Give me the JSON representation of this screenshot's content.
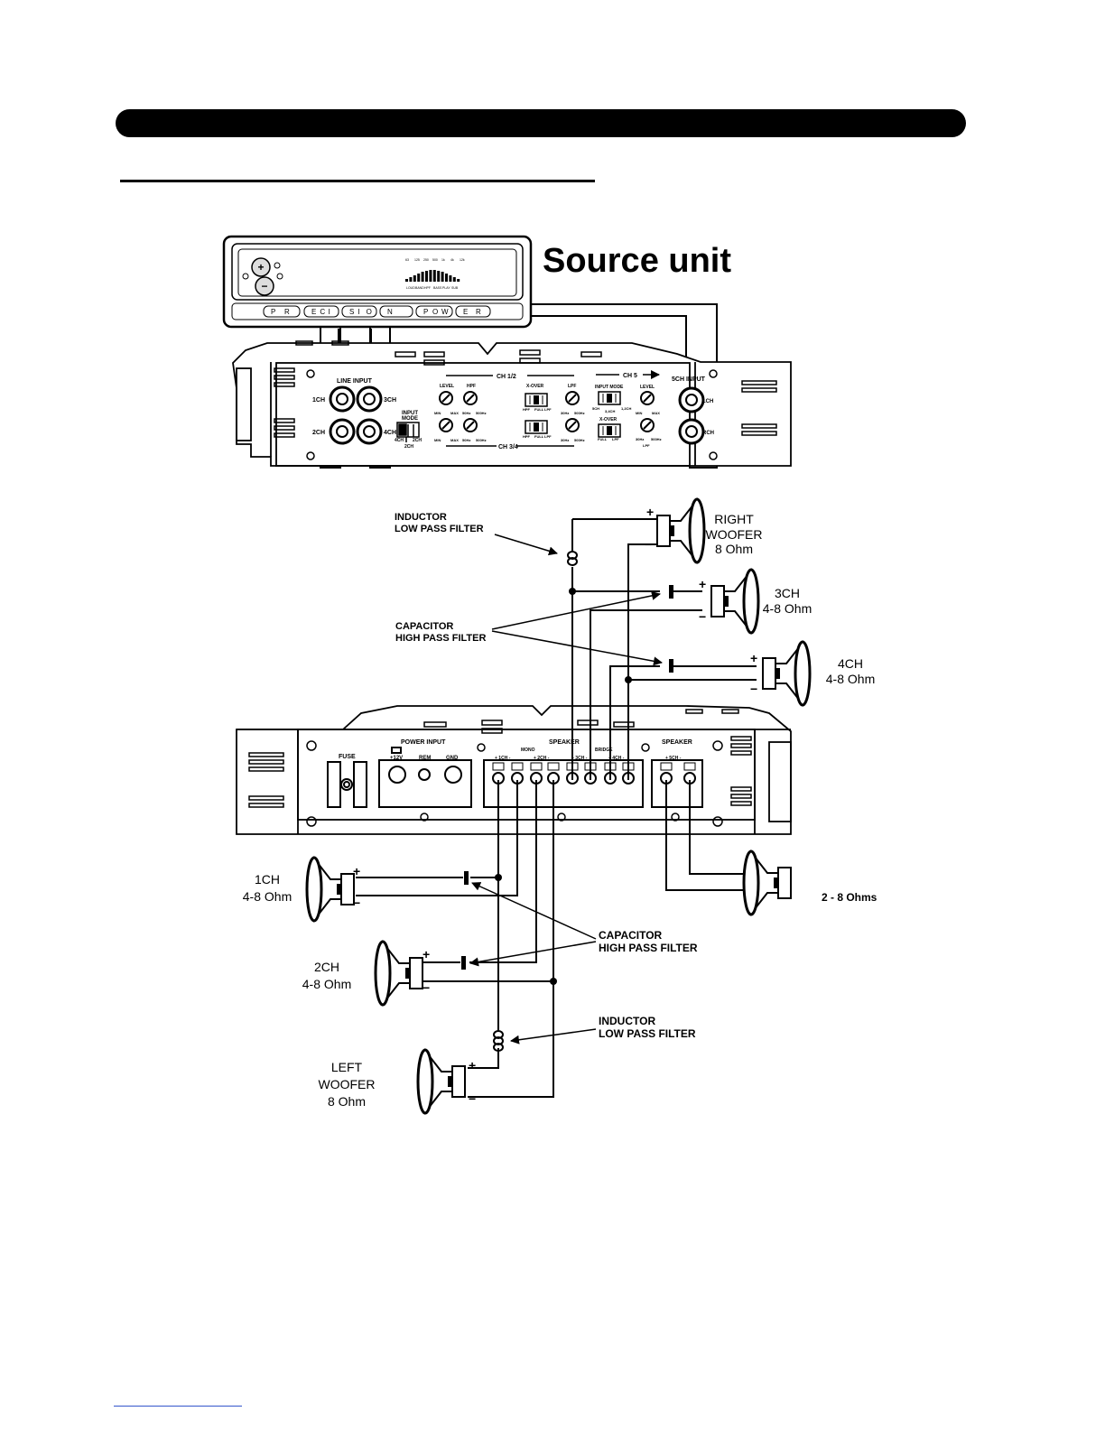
{
  "source_unit": {
    "title": "Source unit",
    "brand_buttons": [
      "P",
      "R",
      "E",
      "C",
      "I",
      "S",
      "I",
      "O",
      "N",
      "",
      "P",
      "O",
      "W",
      "E",
      "R"
    ],
    "spectrum_labels": [
      "63",
      "125",
      "250",
      "500",
      "1k",
      "4k",
      "12k"
    ],
    "mode_labels": [
      "LOUD",
      "BAND",
      "HPF",
      "BASS",
      "PLAY",
      "SUB"
    ]
  },
  "amp_top": {
    "line_input_label": "LINE INPUT",
    "ch_labels": [
      "1CH",
      "3CH",
      "2CH",
      "4CH"
    ],
    "input_mode": {
      "label_1": "INPUT",
      "label_2": "MODE",
      "opt_a": "4CH",
      "opt_b": "2CH"
    },
    "ch12_label": "CH 1/2",
    "ch34_label": "CH 3/4",
    "ch5_label": "CH 5",
    "knobs": {
      "level": "LEVEL",
      "hpf": "HPF",
      "xover": "X-OVER",
      "lpf": "LPF",
      "input_mode": "INPUT MODE"
    },
    "knob_ranges": {
      "min": "MIN",
      "max": "MAX",
      "hpf_lo": "50Hz",
      "hpf_hi": "500Hz",
      "lpf_lo": "30Hz",
      "lpf_hi": "500Hz"
    },
    "xover_opts": {
      "hpf": "HPF",
      "full": "FULL",
      "lpf": "LPF"
    },
    "ch5_mode_opts": {
      "a": "5CH",
      "b": "3,4CH",
      "c": "1,2CH"
    },
    "five_ch_input_label": "5CH INPUT",
    "five_ch_labels": [
      "LCH",
      "RCH"
    ]
  },
  "amp_bottom": {
    "fuse_label": "FUSE",
    "power_label": "POWER INPUT",
    "power_terms": [
      "+12V",
      "REM",
      "GND"
    ],
    "speaker_label": "SPEAKER",
    "speaker_label_2": "SPEAKER",
    "bridge_label_1": "MONO",
    "bridge_label_2": "BRIDGE",
    "term_groups": [
      "+ 1CH -",
      "+ 2CH -",
      "+ 3CH -",
      "+ 4CH -"
    ],
    "five_ch_term": "+ 5CH -"
  },
  "annotations": {
    "inductor_top_1": "INDUCTOR",
    "inductor_top_2": "LOW PASS FILTER",
    "capacitor_top_1": "CAPACITOR",
    "capacitor_top_2": "HIGH PASS FILTER",
    "capacitor_bot_1": "CAPACITOR",
    "capacitor_bot_2": "HIGH PASS FILTER",
    "inductor_bot_1": "INDUCTOR",
    "inductor_bot_2": "LOW PASS FILTER"
  },
  "speakers": {
    "right_woofer": [
      "RIGHT",
      "WOOFER",
      "8 Ohm"
    ],
    "ch3": [
      "3CH",
      "4-8 Ohm"
    ],
    "ch4": [
      "4CH",
      "4-8 Ohm"
    ],
    "ch1": [
      "1CH",
      "4-8 Ohm"
    ],
    "ch2": [
      "2CH",
      "4-8 Ohm"
    ],
    "left_woofer": [
      "LEFT",
      "WOOFER",
      "8 Ohm"
    ],
    "ch5": "2 - 8 Ohms"
  },
  "polarity": {
    "plus": "+",
    "minus": "−"
  }
}
